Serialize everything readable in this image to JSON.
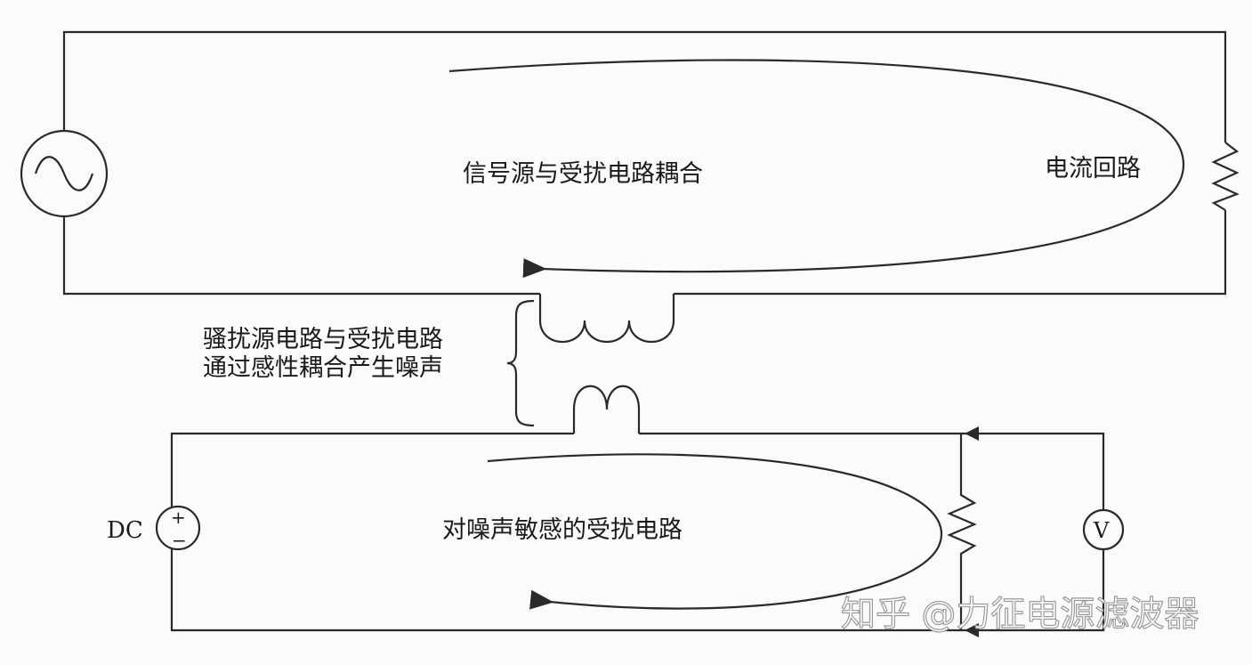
{
  "labels": {
    "top_loop": "信号源与受扰电路耦合",
    "current_loop": "电流回路",
    "coupling_line1": "骚扰源电路与受扰电路",
    "coupling_line2": "通过感性耦合产生噪声",
    "victim_loop": "对噪声敏感的受扰电路",
    "dc": "DC",
    "dc_plus": "+",
    "dc_minus": "−",
    "voltmeter": "V"
  },
  "watermark": "知乎 @力征电源滤波器",
  "colors": {
    "line": "#2a2a2a",
    "background": "#fbfbf9"
  }
}
